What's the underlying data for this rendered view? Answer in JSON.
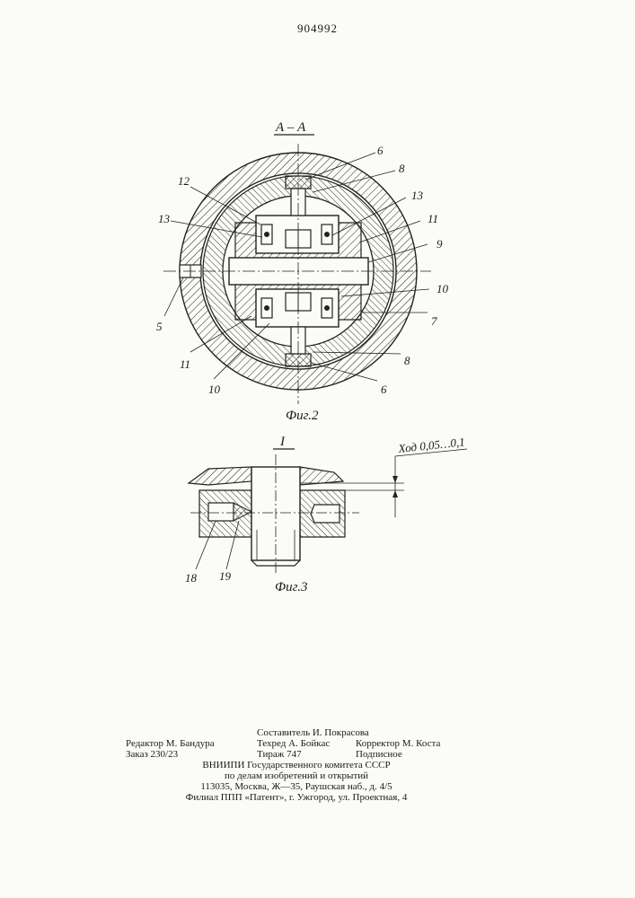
{
  "header": {
    "patent_number": "904992"
  },
  "figure2": {
    "section_label": "А – А",
    "caption": "Фиг.2",
    "callouts": [
      "6",
      "8",
      "12",
      "13",
      "13",
      "11",
      "9",
      "10",
      "7",
      "5",
      "11",
      "10",
      "8",
      "6"
    ]
  },
  "figure3": {
    "detail_label": "I",
    "stroke_annotation": "Ход 0,05…0,1",
    "callouts": [
      "18",
      "19"
    ],
    "caption": "Фиг.3"
  },
  "imprint": {
    "compiler": "Составитель И. Покрасова",
    "editor": "Редактор М. Бандура",
    "techred": "Техред А. Бойкас",
    "corrector": "Корректор М. Коста",
    "order": "Заказ 230/23",
    "circulation": "Тираж 747",
    "subscription": "Подписное",
    "org_line1": "ВНИИПИ Государственного комитета СССР",
    "org_line2": "по делам изобретений и открытий",
    "address": "113035, Москва, Ж—35, Раушская наб., д. 4/5",
    "branch": "Филиал ППП «Патент», г. Ужгород, ул. Проектная, 4"
  }
}
